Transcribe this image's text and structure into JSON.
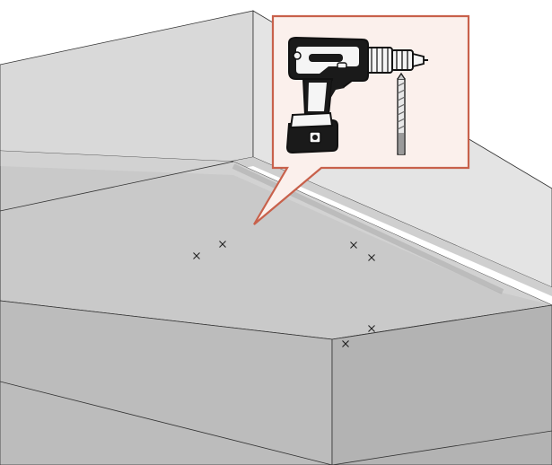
{
  "illustration": {
    "tool": "cordless-drill",
    "accessory": "drill-bit",
    "mark_symbol": "×",
    "mark_groups": [
      "top-surface",
      "front-edge"
    ]
  },
  "colors": {
    "callout_border": "#c8614b",
    "callout_fill": "#fbf0ec",
    "wall_light": "#dedede",
    "wall_top": "#d0d0d0",
    "counter_top": "#c8c8c8",
    "counter_front": "#bcbcbc",
    "counter_side": "#b3b3b3",
    "line": "#333333",
    "drill_body": "#1a1a1a",
    "drill_white": "#f5f5f5",
    "bit_gray": "#9a9a9a"
  }
}
